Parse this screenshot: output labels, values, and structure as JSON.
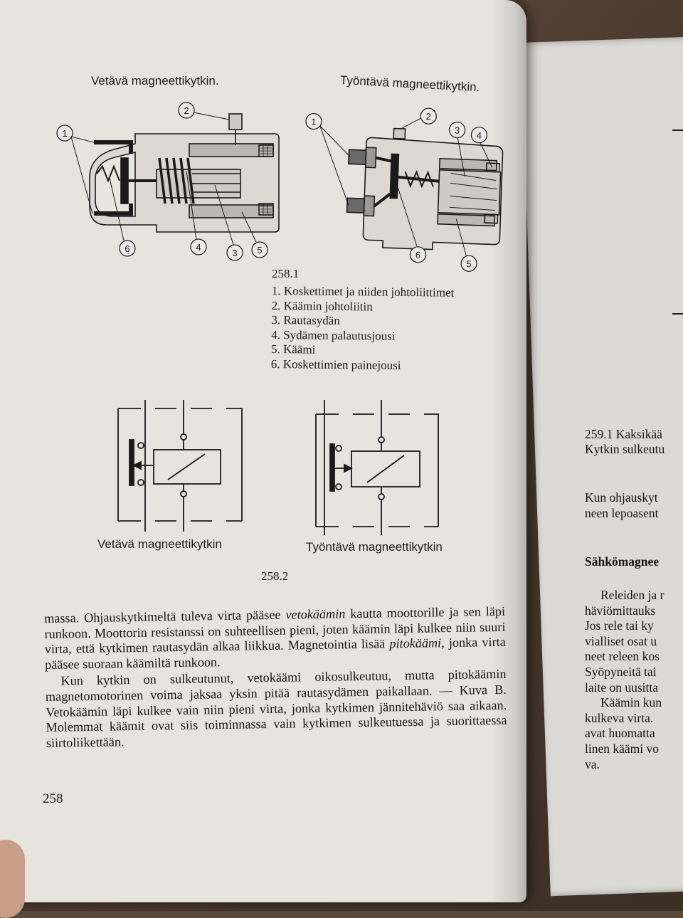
{
  "figure1": {
    "title_left": "Vetävä magneettikytkin.",
    "title_right": "Työntävä magneettikytkin.",
    "callouts_left": [
      "1",
      "2",
      "6",
      "4",
      "3",
      "5"
    ],
    "callouts_right": [
      "1",
      "2",
      "3",
      "4",
      "6",
      "5"
    ],
    "number": "258.1",
    "legend": [
      "1. Koskettimet ja niiden johtoliittimet",
      "2. Käämin johtoliitin",
      "3. Rautasydän",
      "4. Sydämen palautusjousi",
      "5. Käämi",
      "6. Koskettimien painejousi"
    ]
  },
  "figure2": {
    "label_left": "Vetävä magneettikytkin",
    "label_right": "Työntävä magneettikytkin",
    "number": "258.2"
  },
  "body": {
    "p1_a": "massa. Ohjauskytkimeltä tuleva virta pääsee ",
    "p1_em1": "vetokäämin",
    "p1_b": " kautta moottorille ja sen läpi runkoon. Moottorin resistanssi on suhteellisen pieni, joten käämin läpi kulkee niin suuri virta, että kytkimen rautasydän alkaa liikkua. Magnetointia lisää ",
    "p1_em2": "pitokäämi,",
    "p1_c": " jonka virta pääsee suoraan käämiltä runkoon.",
    "p2": "Kun kytkin on sulkeutunut, vetokäämi oikosulkeutuu, mutta pitokäämin magnetomotorinen voima jaksaa yksin pitää rautasydämen paikallaan. — Kuva B. Vetokäämin läpi kulkee vain niin pieni virta, jonka kytkimen jännitehäviö saa aikaan. Molemmat käämit ovat siis toiminnassa vain kytkimen sulkeutuessa ja suorittaessa siirtoliikettään."
  },
  "page_number": "258",
  "right_page": {
    "caption_1": "259.1 Kaksikää",
    "caption_2": "Kytkin sulkeutu",
    "para_1": "Kun ohjauskyt",
    "para_2": "neen lepoasent",
    "heading": "Sähkömagnee",
    "lines": [
      "Releiden ja r",
      "häviömittauks",
      "Jos rele tai ky",
      "vialliset osat u",
      "neet releen kos",
      "Syöpyneitä tai",
      "laite on uusitta",
      "Käämin kun",
      "kulkeva virta.",
      "avat huomatta",
      "linen käämi vo",
      "va."
    ]
  }
}
